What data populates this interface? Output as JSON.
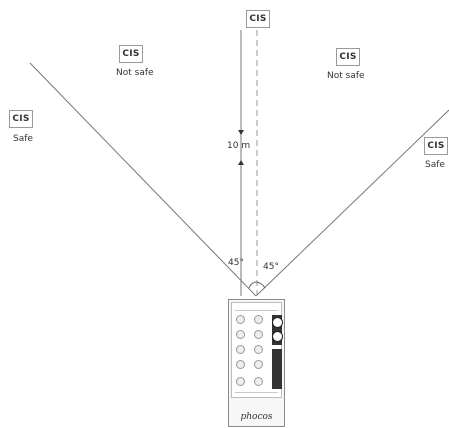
{
  "diagram": {
    "sensor_label": "CIS",
    "labels": {
      "safe": "Safe",
      "not_safe": "Not safe"
    },
    "distance": "10 m",
    "angle_left": "45°",
    "angle_right": "45°",
    "brand": "phocos"
  }
}
